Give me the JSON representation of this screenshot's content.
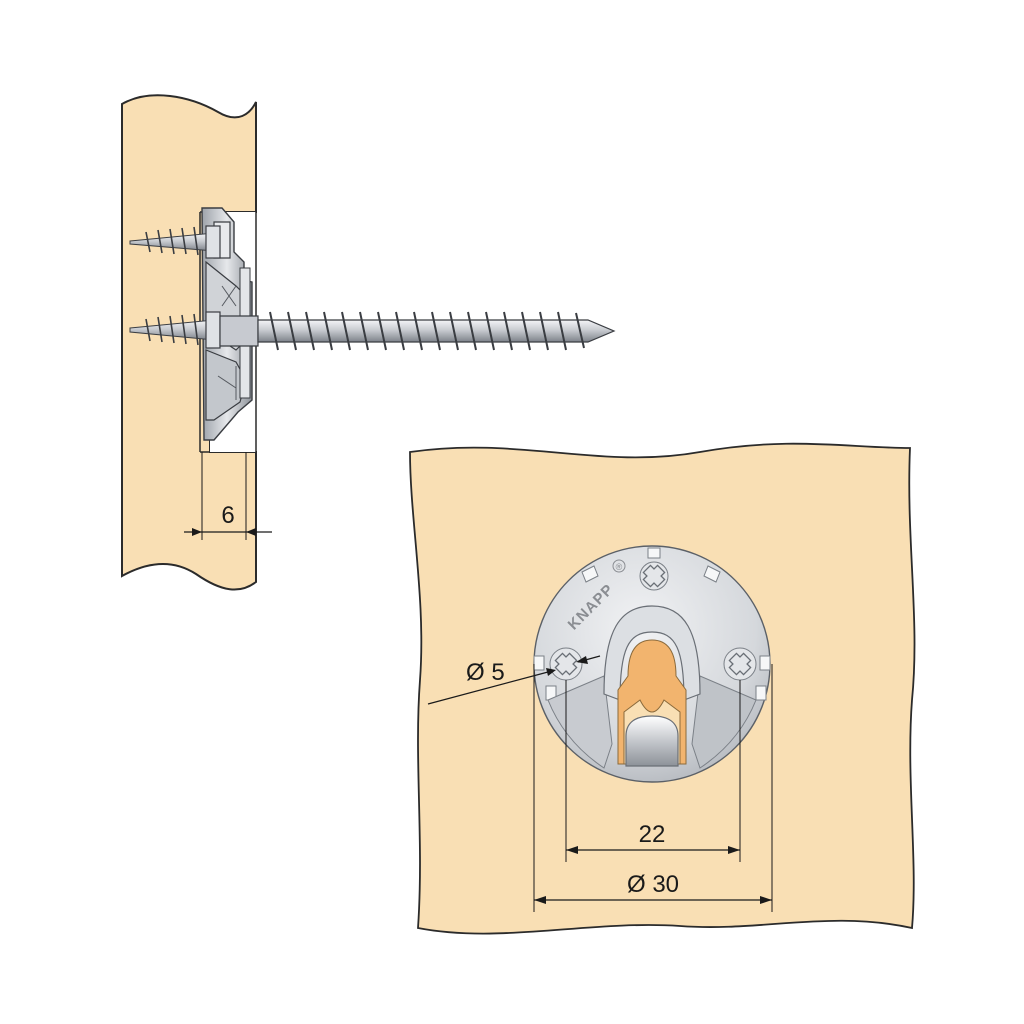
{
  "dimensions": {
    "recess_depth": "6",
    "hole_diameter": "Ø 5",
    "hole_spacing": "22",
    "disc_diameter": "Ø 30"
  },
  "logo": {
    "brand": "KNAPP",
    "registered": "®"
  },
  "colors": {
    "wood": "#f9dfb4",
    "wood_edge": "#2b2b2b",
    "metal_light": "#e4e6ea",
    "metal_mid": "#b9bdc3",
    "metal_dark": "#6f747b",
    "insert_orange": "#f2b46e"
  }
}
